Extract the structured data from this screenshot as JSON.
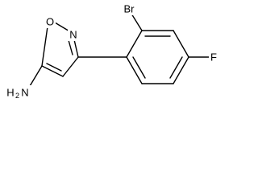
{
  "structure": {
    "atoms": {
      "bromine": "Br",
      "oxygen": "O",
      "nitrogen": "N",
      "fluorine": "F",
      "amine": "H",
      "amine_subscript": "2",
      "amine_nitrogen": "N"
    }
  },
  "colors": {
    "bond": "#000000",
    "background": "#ffffff"
  }
}
